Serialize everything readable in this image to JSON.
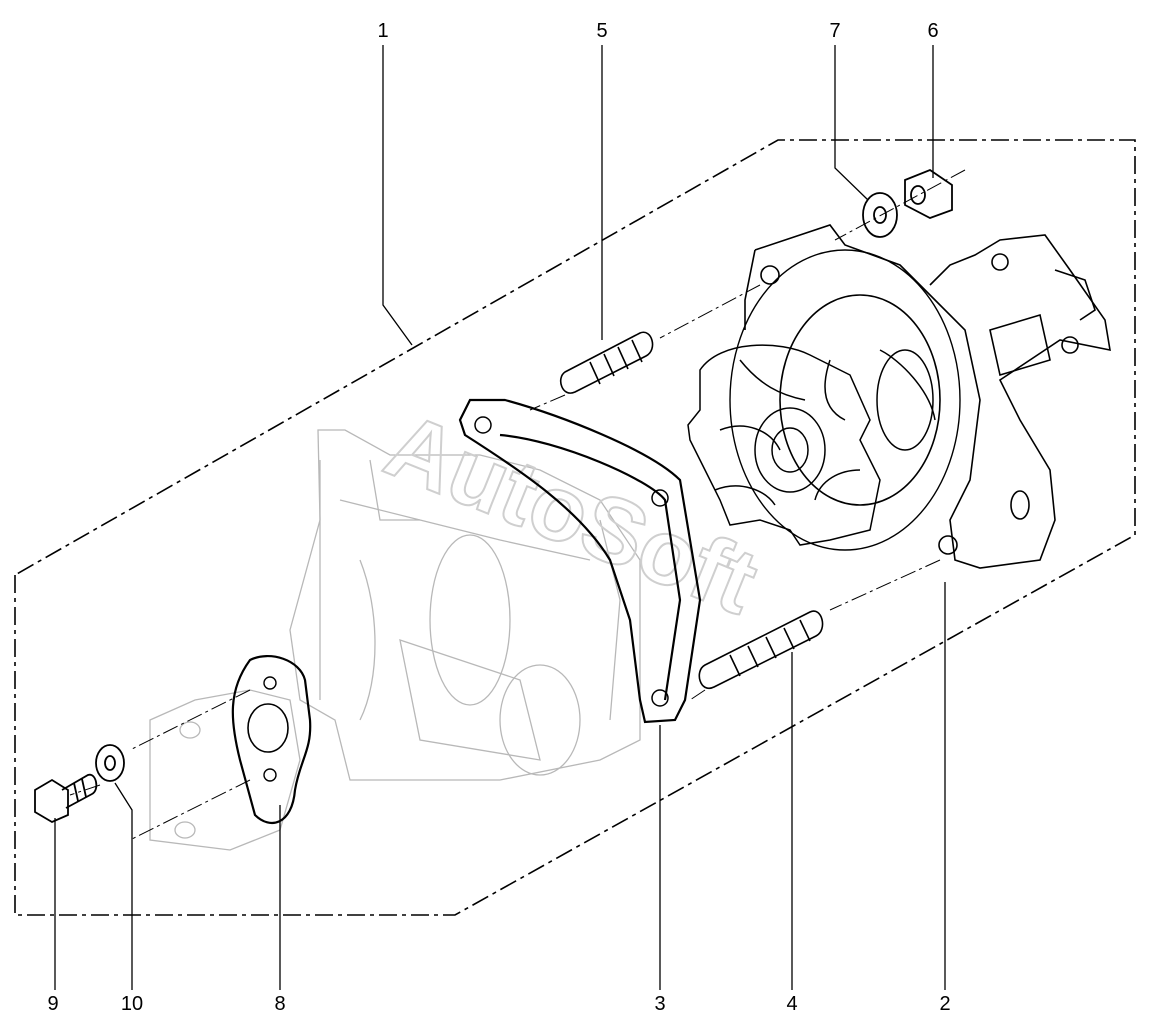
{
  "watermark": "AutoSoft",
  "callouts": [
    {
      "id": "1",
      "label": "1"
    },
    {
      "id": "5",
      "label": "5"
    },
    {
      "id": "7",
      "label": "7"
    },
    {
      "id": "6",
      "label": "6"
    },
    {
      "id": "9",
      "label": "9"
    },
    {
      "id": "10",
      "label": "10"
    },
    {
      "id": "8",
      "label": "8"
    },
    {
      "id": "3",
      "label": "3"
    },
    {
      "id": "4",
      "label": "4"
    },
    {
      "id": "2",
      "label": "2"
    }
  ],
  "colors": {
    "line": "#000000",
    "ghost": "#b8b8b8",
    "watermark": "#cfcfcf"
  }
}
